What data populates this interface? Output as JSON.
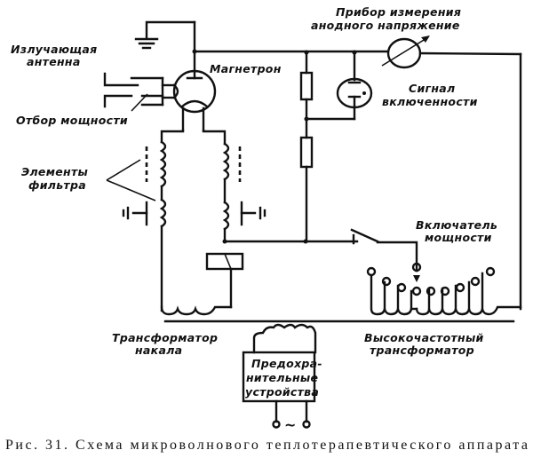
{
  "diagram": {
    "labels": {
      "antenna_1": "Излучающая",
      "antenna_2": "антенна",
      "power_tap": "Отбор мощности",
      "magnetron": "Магнетрон",
      "meter_1": "Прибор измерения",
      "meter_2": "анодного напряжение",
      "signal_1": "Сигнал",
      "signal_2": "включенности",
      "filter_1": "Элементы",
      "filter_2": "фильтра",
      "switch_1": "Включатель",
      "switch_2": "мощности",
      "heater_tr_1": "Трансформатор",
      "heater_tr_2": "накала",
      "hf_tr_1": "Высокочастотный",
      "hf_tr_2": "трансформатор",
      "fuse_1": "Предохра-",
      "fuse_2": "нительные",
      "fuse_3": "устройства",
      "ac_symbol": "~"
    },
    "caption": "Рис. 31. Схема микроволнового теплотерапевтического аппарата"
  }
}
